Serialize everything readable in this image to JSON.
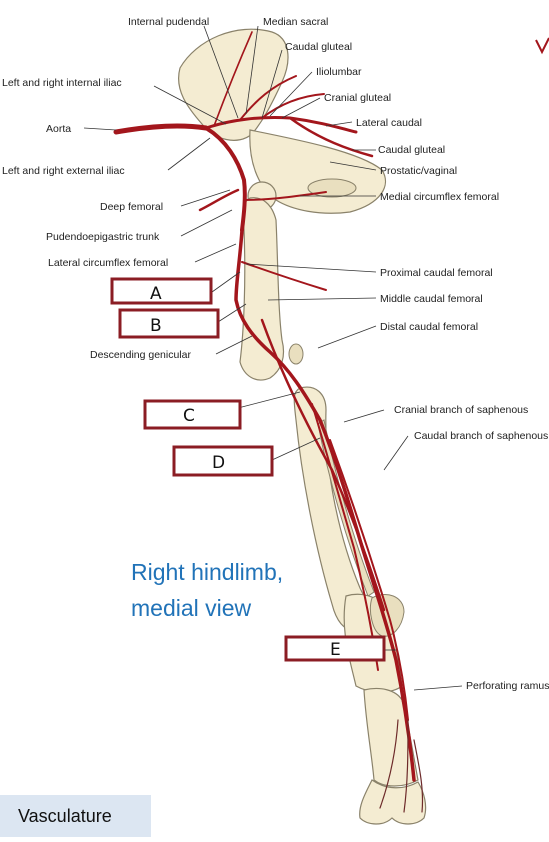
{
  "labels_left": {
    "internal_pudendal": "Internal pudendal",
    "left_right_internal_iliac": "Left and right internal iliac",
    "aorta": "Aorta",
    "left_right_external_iliac": "Left and right external iliac",
    "deep_femoral": "Deep femoral",
    "pudendoepigastric_trunk": "Pudendoepigastric trunk",
    "lateral_circumflex_femoral": "Lateral circumflex femoral",
    "descending_genicular": "Descending genicular"
  },
  "labels_right": {
    "median_sacral": "Median sacral",
    "caudal_gluteal_top": "Caudal gluteal",
    "iliolumbar": "Iliolumbar",
    "cranial_gluteal": "Cranial gluteal",
    "lateral_caudal": "Lateral caudal",
    "caudal_gluteal": "Caudal gluteal",
    "prostatic_vaginal": "Prostatic/vaginal",
    "medial_circumflex_femoral": "Medial circumflex femoral",
    "proximal_caudal_femoral": "Proximal caudal femoral",
    "middle_caudal_femoral": "Middle caudal femoral",
    "distal_caudal_femoral": "Distal caudal femoral",
    "cranial_branch_saphenous": "Cranial branch of saphenous",
    "caudal_branch_saphenous": "Caudal branch of saphenous",
    "perforating": "Perforating ramus"
  },
  "answer_boxes": {
    "a": "A",
    "b": "B",
    "c": "C",
    "d": "D",
    "e": "E"
  },
  "caption": {
    "line1": "Right hindlimb,",
    "line2": "medial view"
  },
  "footer_tag": "Vasculature",
  "colors": {
    "artery": "#a3161c",
    "box_border": "#8b1d24",
    "caption": "#2173b8",
    "tag_bg": "#dce6f2"
  }
}
